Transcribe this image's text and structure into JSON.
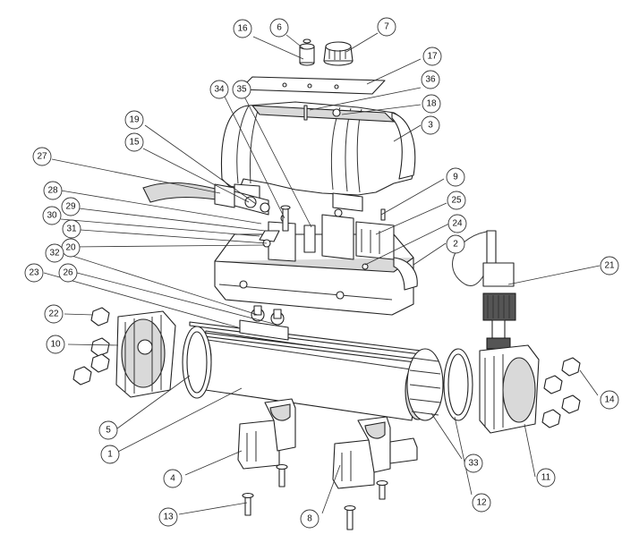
{
  "callouts": [
    {
      "id": "c1",
      "label": "1"
    },
    {
      "id": "c2",
      "label": "2"
    },
    {
      "id": "c3",
      "label": "3"
    },
    {
      "id": "c4",
      "label": "4"
    },
    {
      "id": "c5",
      "label": "5"
    },
    {
      "id": "c6",
      "label": "6"
    },
    {
      "id": "c7",
      "label": "7"
    },
    {
      "id": "c8",
      "label": "8"
    },
    {
      "id": "c9",
      "label": "9"
    },
    {
      "id": "c10",
      "label": "10"
    },
    {
      "id": "c11",
      "label": "11"
    },
    {
      "id": "c12",
      "label": "12"
    },
    {
      "id": "c13",
      "label": "13"
    },
    {
      "id": "c14",
      "label": "14"
    },
    {
      "id": "c15",
      "label": "15"
    },
    {
      "id": "c16",
      "label": "16"
    },
    {
      "id": "c17",
      "label": "17"
    },
    {
      "id": "c18",
      "label": "18"
    },
    {
      "id": "c19",
      "label": "19"
    },
    {
      "id": "c20",
      "label": "20"
    },
    {
      "id": "c21",
      "label": "21"
    },
    {
      "id": "c22",
      "label": "22"
    },
    {
      "id": "c23",
      "label": "23"
    },
    {
      "id": "c24",
      "label": "24"
    },
    {
      "id": "c25",
      "label": "25"
    },
    {
      "id": "c26",
      "label": "26"
    },
    {
      "id": "c27",
      "label": "27"
    },
    {
      "id": "c28",
      "label": "28"
    },
    {
      "id": "c29",
      "label": "29"
    },
    {
      "id": "c30",
      "label": "30"
    },
    {
      "id": "c31",
      "label": "31"
    },
    {
      "id": "c32",
      "label": "32"
    },
    {
      "id": "c33",
      "label": "33"
    },
    {
      "id": "c34",
      "label": "34"
    },
    {
      "id": "c35",
      "label": "35"
    },
    {
      "id": "c36",
      "label": "36"
    }
  ]
}
